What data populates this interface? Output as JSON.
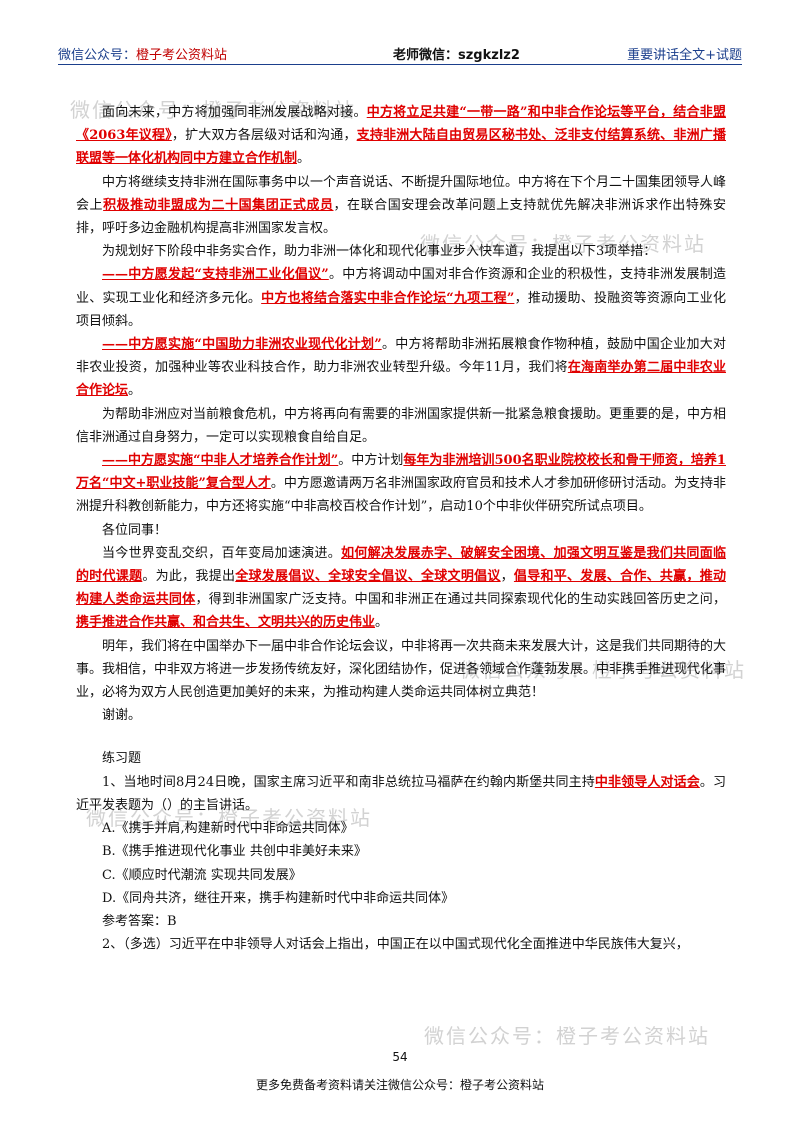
{
  "header": {
    "left_label": "微信公众号：",
    "left_name": "橙子考公资料站",
    "middle": "老师微信：szgkzlz2",
    "right": "重要讲话全文+试题"
  },
  "watermark": "微信公众号：橙子考公资料站",
  "p1": {
    "a": "面向未来，中方将加强同非洲发展战略对接。",
    "b": "中方将立足共建“一带一路”和中非合作论坛等平台，结合非盟《2063年议程》",
    "c": "，扩大双方各层级对话和沟通，",
    "d": "支持非洲大陆自由贸易区秘书处、泛非支付结算系统、非洲广播联盟等一体化机构同中方建立合作机制",
    "e": "。"
  },
  "p2": {
    "a": "中方将继续支持非洲在国际事务中以一个声音说话、不断提升国际地位。中方将在下个月二十国集团领导人峰会上",
    "b": "积极推动非盟成为二十国集团正式成员",
    "c": "，在联合国安理会改革问题上支持就优先解决非洲诉求作出特殊安排，呼吁多边金融机构提高非洲国家发言权。"
  },
  "p3": "为规划好下阶段中非务实合作，助力非洲一体化和现代化事业步入快车道，我提出以下3项举措：",
  "p4": {
    "a": "——中方愿发起“支持非洲工业化倡议”",
    "b": "。中方将调动中国对非合作资源和企业的积极性，支持非洲发展制造业、实现工业化和经济多元化。",
    "c": "中方也将结合落实中非合作论坛“九项工程”",
    "d": "，推动援助、投融资等资源向工业化项目倾斜。"
  },
  "p5": {
    "a": "——中方愿实施“中国助力非洲农业现代化计划”",
    "b": "。中方将帮助非洲拓展粮食作物种植，鼓励中国企业加大对非农业投资，加强种业等农业科技合作，助力非洲农业转型升级。今年11月，我们将",
    "c": "在海南举办第二届中非农业合作论坛",
    "d": "。"
  },
  "p6": "为帮助非洲应对当前粮食危机，中方将再向有需要的非洲国家提供新一批紧急粮食援助。更重要的是，中方相信非洲通过自身努力，一定可以实现粮食自给自足。",
  "p7": {
    "a": "——中方愿实施“中非人才培养合作计划”",
    "b": "。中方计划",
    "c": "每年为非洲培训500名职业院校校长和骨干师资，培养1万名“中文+职业技能”复合型人才",
    "d": "。中方愿邀请两万名非洲国家政府官员和技术人才参加研修研讨活动。为支持非洲提升科教创新能力，中方还将实施“中非高校百校合作计划”，启动10个中非伙伴研究所试点项目。"
  },
  "p8": "各位同事！",
  "p9": {
    "a": "当今世界变乱交织，百年变局加速演进。",
    "b": "如何解决发展赤字、破解安全困境、加强文明互鉴是我们共同面临的时代课题",
    "c": "。为此，我提出",
    "d": "全球发展倡议、全球安全倡议、全球文明倡议",
    "e": "，",
    "f": "倡导和平、发展、合作、共赢，推动构建人类命运共同体",
    "g": "，得到非洲国家广泛支持。中国和非洲正在通过共同探索现代化的生动实践回答历史之问，",
    "h": "携手推进合作共赢、和合共生、文明共兴的历史伟业",
    "i": "。"
  },
  "p10": "明年，我们将在中国举办下一届中非合作论坛会议，中非将再一次共商未来发展大计，这是我们共同期待的大事。我相信，中非双方将进一步发扬传统友好，深化团结协作，促进各领域合作蓬勃发展。中非携手推进现代化事业，必将为双方人民创造更加美好的未来，为推动构建人类命运共同体树立典范！",
  "p11": "谢谢。",
  "exercise": {
    "title": "练习题",
    "q1_a": "1、当地时间8月24日晚，国家主席习近平和南非总统拉马福萨在约翰内斯堡共同主持",
    "q1_b": "中非领导人对话会",
    "q1_c": "。习近平发表题为（）的主旨讲话。",
    "options": [
      "A.《携手并肩,构建新时代中非命运共同体》",
      "B.《携手推进现代化事业  共创中非美好未来》",
      "C.《顺应时代潮流  实现共同发展》",
      "D.《同舟共济，继往开来，携手构建新时代中非命运共同体》"
    ],
    "answer": "参考答案：B",
    "q2": "2、（多选）习近平在中非领导人对话会上指出，中国正在以中国式现代化全面推进中华民族伟大复兴，"
  },
  "page_number": "54",
  "footer": "更多免费备考资料请关注微信公众号：橙子考公资料站",
  "colors": {
    "highlight": "#e00000",
    "header_blue": "#1b3f8c",
    "watermark": "#d2d2d2"
  }
}
